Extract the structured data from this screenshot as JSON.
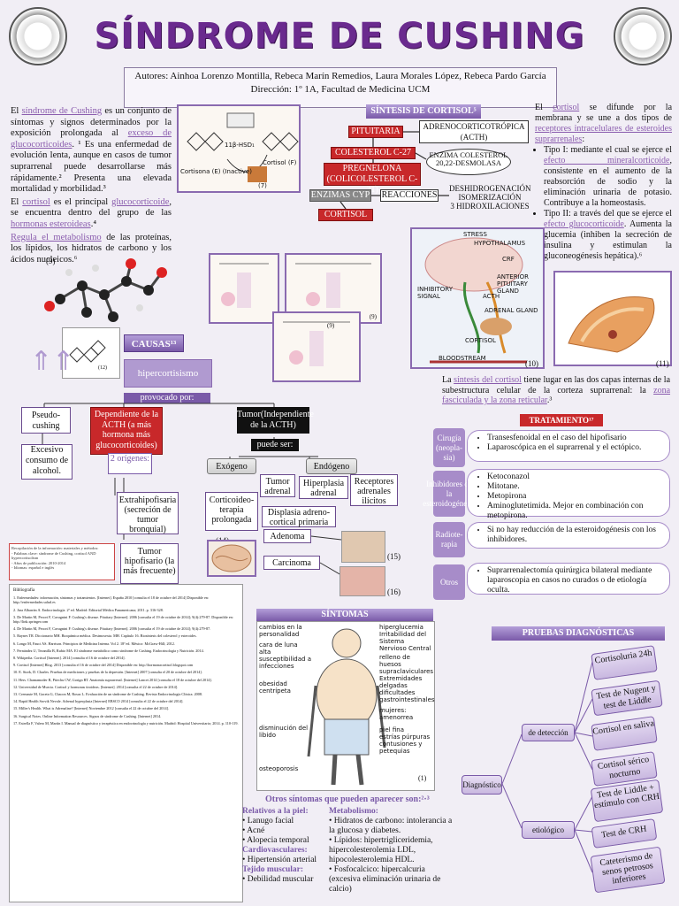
{
  "title": "SÍNDROME DE CUSHING",
  "authors": "Autores: Ainhoa Lorenzo Montilla, Rebeca Marín Remedios, Laura Morales López, Rebeca Pardo García",
  "direction": "Dirección: 1º 1A, Facultad de Medicina UCM",
  "intro": {
    "p1_pre": "El",
    "p1_link1": "síndrome de Cushing",
    "p1_mid": "es un conjunto de síntomas y signos determinados por la exposición prolongada al",
    "p1_link2": "exceso de glucocorticoides",
    "p1_post": ". ¹ Es una enfermedad de evolución lenta, aunque en casos de tumor suprarrenal puede desarrollarse más rápidamente.² Presenta una elevada mortalidad y morbilidad.³",
    "p2_pre": "El",
    "p2_link1": "cortisol",
    "p2_mid": "es el principal",
    "p2_link2": "glucocorticoide",
    "p2_mid2": ", se encuentra dentro del grupo de las",
    "p2_link3": "hormonas esteroideas",
    "p2_post": ".⁴",
    "p3_link": "Regula el metabolismo",
    "p3_post": "de las proteínas, los lípidos, los hidratos de carbono y los ácidos nucleicos.⁶"
  },
  "ref9": "(9)",
  "diagram_top": {
    "cortisone": "Cortisona (E) (Inactive)",
    "cortisol": "Cortisol (F)",
    "enzyme": "11β-HSD₁",
    "ref7": "(7)"
  },
  "sintesis": {
    "header": "SÍNTESIS DE CORTISOL⁵",
    "pituitaria": "PITUITARIA",
    "acth": "ADRENOCORTICOTRÓPICA (ACTH)",
    "colesterol_c27": "COLESTEROL C-27",
    "enzima": "ENZIMA COLESTEROL 20,22-DESMOLASA",
    "pregnelona": "PREGNELONA (COLICOLESTEROL C-21)",
    "enzimas_cyp": "ENZIMAS CYP",
    "reacciones": "REACCIONES",
    "reacciones_list": "DESHIDROGENACIÓN\nISOMERIZACIÓN\n3 HIDROXILACIONES",
    "cortisol": "CORTISOL"
  },
  "right_text": {
    "intro_pre": "El",
    "intro_link": "cortisol",
    "intro_mid": "se difunde por la membrana y se une a dos tipos de",
    "intro_link2": "receptores intracelulares de esteroides suprarrenales",
    "intro_post": ":",
    "tipo1_pre": "Tipo I: mediante el cual se ejerce el",
    "tipo1_link": "efecto mineralcorticoide",
    "tipo1_post": ", consistente en el aumento de la reabsorción de sodio y la eliminación urinaria de potasio. Contribuye a la homeostasis.",
    "tipo2_pre": "Tipo II: a través del que se ejerce el",
    "tipo2_link": "efecto glucocorticoide",
    "tipo2_post": ". Aumenta la glucemia (inhiben la secreción de insulina y estimulan la gluconeogénesis hepática).⁶"
  },
  "mini_diagram_refs": [
    "(9)",
    "(9)"
  ],
  "gland_refs": [
    "(10)",
    "(11)"
  ],
  "hpa_labels": [
    "STRESS",
    "HYPOTHALAMUS",
    "CRF",
    "ANTERIOR PITUITARY GLAND",
    "ACTH",
    "ADRENAL GLAND",
    "INHIBITORY SIGNAL",
    "CORTISOL",
    "BLOODSTREAM"
  ],
  "suprarenal_text": {
    "pre": "La",
    "link": "síntesis del cortisol",
    "mid": "tiene lugar en las dos capas internas de la subestructura celular de la corteza suprarrenal: la",
    "link2": "zona fasciculada y la zona reticular",
    "post": ".³"
  },
  "causas": {
    "header": "CAUSAS¹³",
    "hipercortisismo": "hipercortisismo",
    "provocado": "provocado por:",
    "pseudo": "Pseudo-cushing",
    "excesivo": "Excesivo consumo de alcohol.",
    "dependiente": "Dependiente de la ACTH (a más hormona más glucocorticoides)",
    "origenes": "2 orígenes:",
    "extrahipo": "Extrahipofisaria (secreción de tumor bronquial)",
    "tumor_hipo": "Tumor hipofisario (la más frecuente)",
    "tumor_indep": "Tumor(Independiente de la ACTH)",
    "puede_ser": "puede ser:",
    "exogeno": "Exógeno",
    "endogeno": "Endógeno",
    "corticoideo": "Corticoideo-terapia prolongada",
    "tumor_adrenal": "Tumor adrenal",
    "hiperplasia": "Hiperplasia adrenal",
    "receptores": "Receptores adrenales ilícitos",
    "displasia": "Displasia adreno-cortical primaria",
    "adenoma": "Adenoma",
    "carcinoma": "Carcinoma",
    "ref12": "(12)",
    "refs": [
      "(14)",
      "(15)",
      "(16)"
    ]
  },
  "note_box": "Recopilación de la información: materiales y métodos:\n- Palabras clave: síndrome de Cushing, cortisol AND hypercortisolism\n- Años de publicación: 2010-2014\n- Idiomas: español e inglés",
  "biblio_header": "Bibliografía",
  "biblio": [
    "1. Enfermedades: información, síntomas y tratamientos. [Internet]. España 2010 [consulta el 18 de octubre del 2014] Disponible en: http://enfermedades.salud.es",
    "2. Jara Albarrán A. Endocrinología. 2ª ed. Madrid: Editorial Médica Panamericana; 2011. p. 316-328.",
    "3. De Martin M, Pecori F, Cavagnini F. Cushing's disease. Pituitary [Internet]. 2006 [consulta el 19 de octubre de 2014]; 9(4):279-87. Disponible en: http://link.springer.com",
    "4. De Martin M, Pecori F, Cavagnini F. Cushing's disease. Pituitary [Internet]. 2006 [consulta el 19 de octubre de 2014]; 9(4):279-87.",
    "5. Raynes TR. Diccionario MH. Bioquímica médica. Desimosexta. MH. Capítulo 16. Biosíntesis del colesterol y esteroides.",
    "6. Longo M, Fauci AS. Harrison. Principios de Medicina Interna. Vol 2. 18ª ed. México: McGraw-Hill; 2012.",
    "7. Fernández U, Tezanilla B, Rubio MA. El síndrome metabólico como síndrome de Cushing. Endocrinología y Nutrición. 2014.",
    "8. Wikipedia. Cortisol [Internet]. 2014 [consulta el 16 de octubre del 2014].",
    "9. Cortisol [Internet] Blog. 2013 [consulta el 16 de octubre del 2014] Disponible en: http://hormonacortisol.blogspot.com",
    "10. E. Stork, D. Charles. Pruebas de mediciones y pruebas de la depresión. [Internet] 2007 [consulta el 20 de octubre del 2014].",
    "11. Hers. Chamamoder R, Ptiechu CW, Gorign RT. Anatomía suprarrenal. [Internet] Lancet 2014 [consulta el 18 de octubre del 2014].",
    "12. Universidad de Murcia. Cortisol y hormonas tiroideas. [Internet]. 2014 [consulta el 22 de octubre de 2014].",
    "13. Cremaste M, Gaceta G, Chacon M, Rosas L. Evaluación de un síndrome de Cushing. Revista Endocrinología Clínica. 2008.",
    "14. Rapid Health Srovik Nevale. Adrenal hyperplasia [Internet] EBSCO 2014 [consulta el 22 de octubre del 2014].",
    "15. Miller's Health. What is Adrenaline? [Internet] Noviembre 2012 [consulta el 22 de octubre del 2014].",
    "16. Surgical Notes. Online Information Resources. Signos de síndrome de Cushing. [Internet] 2014.",
    "17. Estrella F, Valero M, Martín I. Manual de diagnóstico y terapéutica en endocrinología y nutrición. Madrid: Hospital Universitario; 2014. p. 110-119."
  ],
  "sintomas": {
    "header": "SÍNTOMAS",
    "left_labels": [
      "cambios en la personalidad",
      "cara de luna",
      "alta susceptibilidad a infecciones",
      "obesidad centrípeta",
      "disminución del libido",
      "osteoporosis"
    ],
    "right_labels": [
      "hiperglucemia",
      "Irritabilidad del Sistema Nervioso Central",
      "relleno de huesos supraclaviculares",
      "Extremidades delgadas",
      "dificultades gastrointestinales",
      "mujeres: amenorrea",
      "piel fina",
      "estrías púrpuras",
      "contusiones y petequias"
    ],
    "ref1": "(1)",
    "otros": "Otros síntomas que pueden aparecer son:²·³",
    "col1": [
      {
        "h": "Relativos a la piel:",
        "items": [
          "Lanugo facial",
          "Acné",
          "Alopecia temporal"
        ]
      },
      {
        "h": "Cardiovasculares:",
        "items": [
          "Hipertensión arterial"
        ]
      },
      {
        "h": "Tejido muscular:",
        "items": [
          "Debilidad muscular"
        ]
      }
    ],
    "col2_h": "Metabolismo:",
    "col2": [
      "Hidratos de carbono: intolerancia a la glucosa y diabetes.",
      "Lípidos: hipertrigliceridemia, hipercolesterolemia LDL, hipocolesterolemia HDL.",
      "Fosfocalcico: hipercalcuria (excesiva eliminación urinaria de calcio)"
    ]
  },
  "tratamiento": {
    "header": "TRATAMIENTO¹⁷",
    "rows": [
      {
        "label": "Cirugía (neopla-sia)",
        "items": [
          "Transesfenoidal en el caso del hipofisario",
          "Laparoscópica en el suprarrenal y el ectópico."
        ]
      },
      {
        "label": "Inhibidores de la esteroidogénesis",
        "items": [
          "Ketoconazol",
          "Mitotane.",
          "Metopirona",
          "Aminoglutetimida. Mejor en combinación con metopirona."
        ]
      },
      {
        "label": "Radiote-rapia",
        "items": [
          "Si no hay reducción de la esteroidogénesis con los inhibidores."
        ]
      },
      {
        "label": "Otros",
        "items": [
          "Suprarrenalectomía quirúrgica bilateral mediante laparoscopia en casos no curados o de etiología oculta."
        ]
      }
    ]
  },
  "pruebas": {
    "header": "PRUEBAS DIAGNÓSTICAS",
    "diagnostico": "Diagnóstico",
    "deteccion": "de detección",
    "etiologico": "etiológico",
    "deteccion_items": [
      "Cortisoluria 24h",
      "Test de Nugent y test de Liddle",
      "Cortisol en saliva",
      "Cortisol sérico nocturno"
    ],
    "etiologico_items": [
      "Test de Liddle + estímulo con CRH",
      "Test de CRH",
      "Cateterismo de senos petrosos inferiores"
    ]
  }
}
